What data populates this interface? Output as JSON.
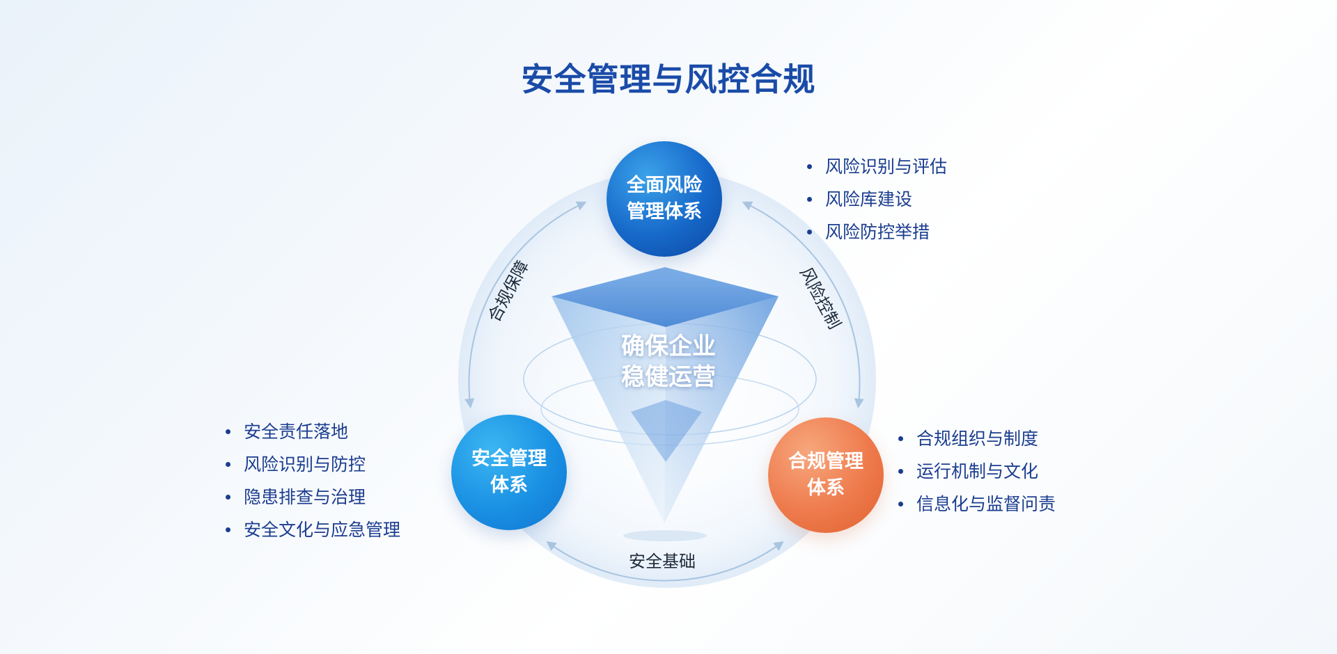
{
  "title": "安全管理与风控合规",
  "center": {
    "line1": "确保企业",
    "line2": "稳健运营"
  },
  "nodes": {
    "top": {
      "line1": "全面风险",
      "line2": "管理体系",
      "color": "#1668c9"
    },
    "left": {
      "line1": "安全管理",
      "line2": "体系",
      "color": "#1a90e3"
    },
    "right": {
      "line1": "合规管理",
      "line2": "体系",
      "color": "#ee7a4c"
    }
  },
  "arc_labels": {
    "left": "合规保障",
    "right": "风险控制",
    "bottom": "安全基础"
  },
  "lists": {
    "top": [
      "风险识别与评估",
      "风险库建设",
      "风险防控举措"
    ],
    "left": [
      "安全责任落地",
      "风险识别与防控",
      "隐患排查与治理",
      "安全文化与应急管理"
    ],
    "right": [
      "合规组织与制度",
      "运行机制与文化",
      "信息化与监督问责"
    ]
  },
  "colors": {
    "title": "#1a4ba8",
    "list_text": "#1b3d8f",
    "arrow": "#a8c4e0"
  }
}
